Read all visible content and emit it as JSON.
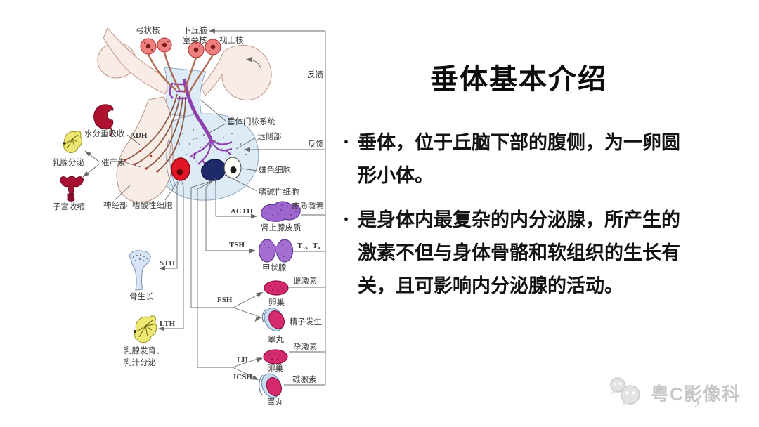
{
  "diagram": {
    "labels": {
      "arcuate": "弓状核",
      "hypothalamus": "下丘脑",
      "paraventricular": "室旁核",
      "supraoptic": "视上核",
      "feedback_top": "反馈",
      "feedback_mid": "反馈",
      "portal": "垂体门脉系统",
      "pars_distalis": "远侧部",
      "chromophobe": "嫌色细胞",
      "basophil": "嗜碱性细胞",
      "water": "水分重吸收",
      "adh": "ADH",
      "mammary_secretion": "乳腺分泌",
      "oxytocin": "催产素",
      "uterine": "子宫收缩",
      "neural": "神经部",
      "acidophil": "嗜酸性细胞",
      "acth": "ACTH",
      "cortical": "皮质激素",
      "adrenal": "肾上腺皮质",
      "tsh": "TSH",
      "t3t4": "T₃、T₄",
      "thyroid": "甲状腺",
      "sth": "STH",
      "bone_growth": "骨生长",
      "lth": "LTH",
      "mammary_dev1": "乳腺发育、",
      "mammary_dev2": "乳汁分泌",
      "fsh": "FSH",
      "estrogen": "雌激素",
      "ovary_a": "卵巢",
      "spermatogenesis": "精子发生",
      "testis_a": "睾丸",
      "lh": "LH",
      "progesterone": "孕激素",
      "ovary_b": "卵巢",
      "icsh": "ICSH",
      "androgen": "雄激素",
      "testis_b": "睾丸"
    },
    "colors": {
      "brain_pink": "#f9ece7",
      "anterior_blue": "#dcebf6",
      "vessel_purple": "#8f3fae",
      "organ_purple": "#a06ad0",
      "organ_crimson": "#d62a6e",
      "acidophil_red": "#e01525",
      "basophil_navy": "#1e2a6a",
      "gland_yellow": "#ece873",
      "organ_dark_red": "#ad1230",
      "bone_blue": "#d6e4f5",
      "line_gray": "#6a6a6a"
    }
  },
  "panel": {
    "title": "垂体基本介绍",
    "bullet1": "垂体，位于丘脑下部的腹侧，为一卵圆形小体。",
    "bullet2_normal": "是身体内最复杂的内分泌腺，所产生的激素不但",
    "bullet2_bold": "与身体骨骼和软组织的生长有关，且可影响内分泌腺的活动。"
  },
  "watermark": {
    "brand": "粤C影像科",
    "page": "2"
  }
}
